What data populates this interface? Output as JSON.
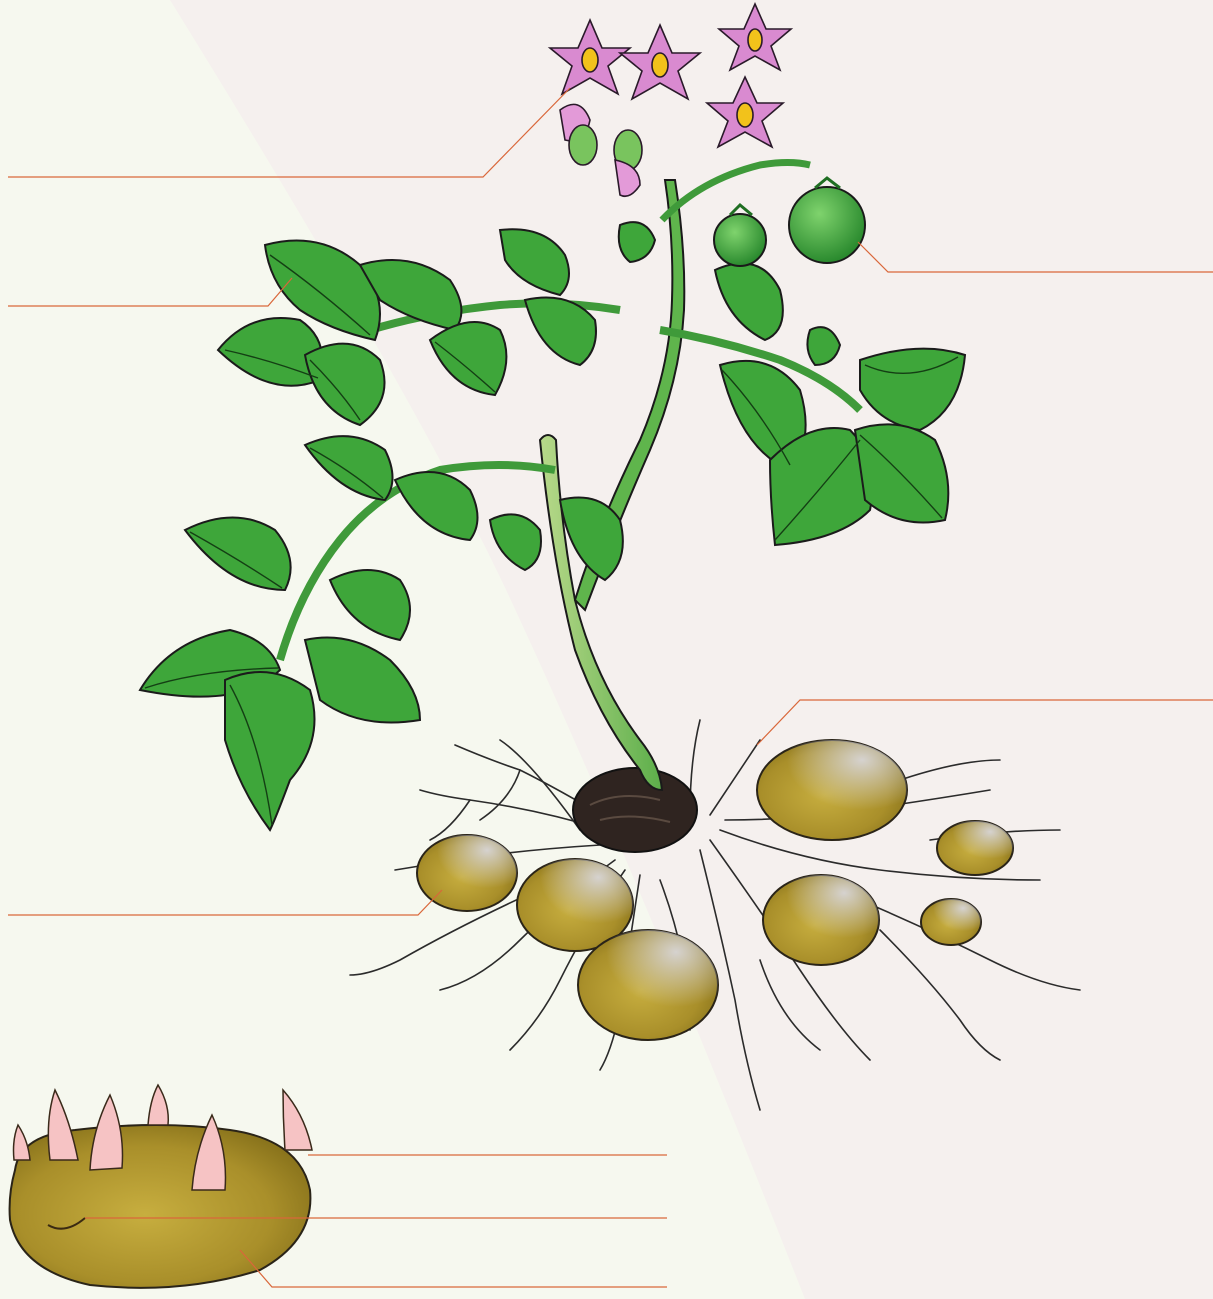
{
  "title": "",
  "colors": {
    "background_light": "#f6f8ef",
    "background_band": "#f5f0ee",
    "leader_line": "#d9673a",
    "title": "#b5652b",
    "leaf": "#3ea63a",
    "leaf_dark": "#1f7a25",
    "flower": "#d98ad0",
    "flower_center": "#f2c21b",
    "berry": "#3aa43c",
    "tuber": "#b19a33",
    "sprout": "#f6c3c4",
    "seed_tuber": "#2f2420",
    "root": "#333333"
  },
  "diagram": {
    "subject": "potato-plant",
    "labels": [
      {
        "id": "label-flowers",
        "text": ""
      },
      {
        "id": "label-leaves",
        "text": ""
      },
      {
        "id": "label-berries",
        "text": ""
      },
      {
        "id": "label-roots",
        "text": ""
      },
      {
        "id": "label-tubers",
        "text": ""
      },
      {
        "id": "label-sprouts",
        "text": ""
      },
      {
        "id": "label-eye",
        "text": ""
      },
      {
        "id": "label-skin",
        "text": ""
      }
    ]
  }
}
